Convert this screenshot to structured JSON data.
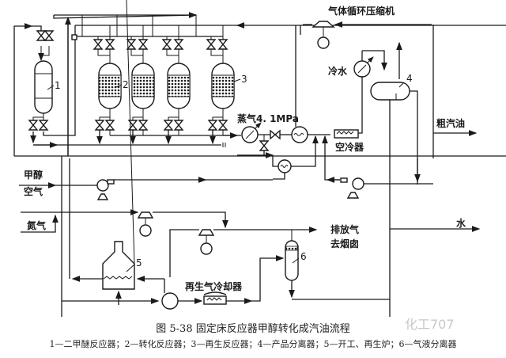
{
  "figure": {
    "title": "图 5-38   固定床反应器甲醇转化成汽油流程",
    "legend": "1—二甲醚反应器；2—转化反应器；3—再生反应器；4—产品分离器；5—开工、再生炉；6—气液分离器",
    "watermark": "化工707"
  },
  "labels": {
    "compressor": "气体循环压缩机",
    "steam": "蒸气4. 1MPa",
    "cooling_water": "冷水",
    "air_cooler": "空冷器",
    "crude_gasoline": "粗汽油",
    "methanol": "甲醇",
    "air": "空气",
    "nitrogen": "氮气",
    "vent_line1": "排放气",
    "vent_line2": "去烟囱",
    "water": "水",
    "regen_cooler": "再生气冷却器"
  },
  "equipment_numbers": {
    "dme_reactor": "1",
    "conversion_reactor": "2",
    "regen_reactor": "3",
    "product_separator": "4",
    "startup_furnace": "5",
    "gas_liquid_separator": "6"
  }
}
